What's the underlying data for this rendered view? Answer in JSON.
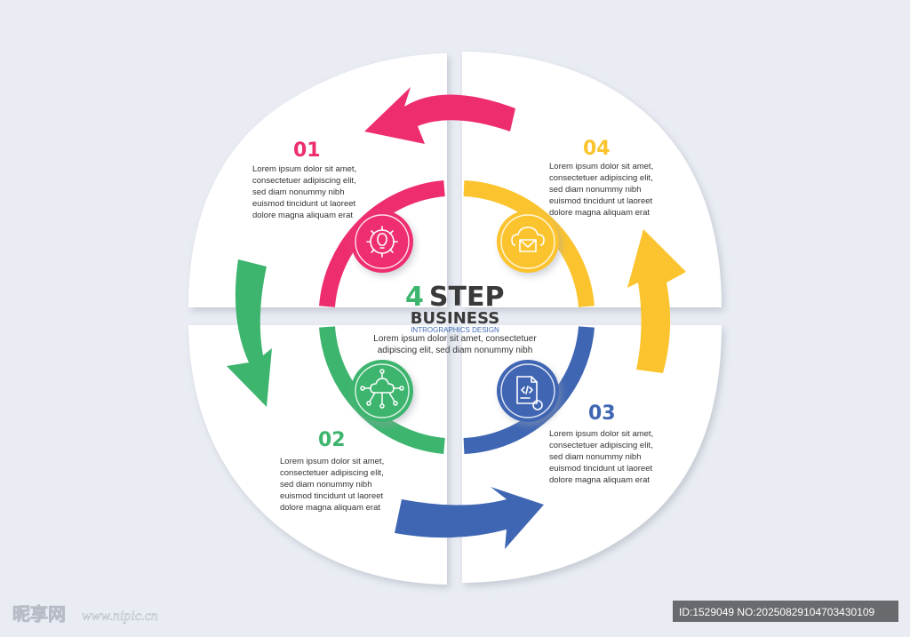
{
  "title": {
    "number": "4",
    "word": "STEP",
    "line2": "BUSINESS",
    "line3": "INTROGRAPHICS DESIGN",
    "number_color": "#3db56e",
    "text_color": "#3a3a3a",
    "tag_color": "#3f6cb5"
  },
  "center_text": [
    "Lorem ipsum dolor sit amet, consectetuer",
    "adipiscing elit, sed diam nonummy nibh"
  ],
  "steps": [
    {
      "number": "01",
      "color": "#ee2d6f",
      "icon": "gear-bulb-icon",
      "lines": [
        "Lorem ipsum dolor sit amet,",
        "consectetuer adipiscing elit,",
        "sed diam nonummy nibh",
        "euismod tincidunt ut laoreet",
        "dolore magna aliquam erat"
      ]
    },
    {
      "number": "02",
      "color": "#3db56e",
      "icon": "cloud-network-icon",
      "lines": [
        "Lorem ipsum dolor sit amet,",
        "consectetuer adipiscing elit,",
        "sed diam nonummy nibh",
        "euismod tincidunt ut laoreet",
        "dolore magna aliquam erat"
      ]
    },
    {
      "number": "03",
      "color": "#3f66b3",
      "icon": "code-document-icon",
      "lines": [
        "Lorem ipsum dolor sit amet,",
        "consectetuer adipiscing elit,",
        "sed diam nonummy nibh",
        "euismod tincidunt ut laoreet",
        "dolore magna aliquam erat"
      ]
    },
    {
      "number": "04",
      "color": "#fbc42e",
      "icon": "cloud-mail-icon",
      "lines": [
        "Lorem ipsum dolor sit amet,",
        "consectetuer adipiscing elit,",
        "sed diam nonummy nibh",
        "euismod tincidunt ut laoreet",
        "dolore magna aliquam erat"
      ]
    }
  ],
  "watermark": {
    "left_cn": "昵享网",
    "left_url": "www.nipic.cn",
    "right": "ID:1529049 NO:20250829104703430109"
  }
}
